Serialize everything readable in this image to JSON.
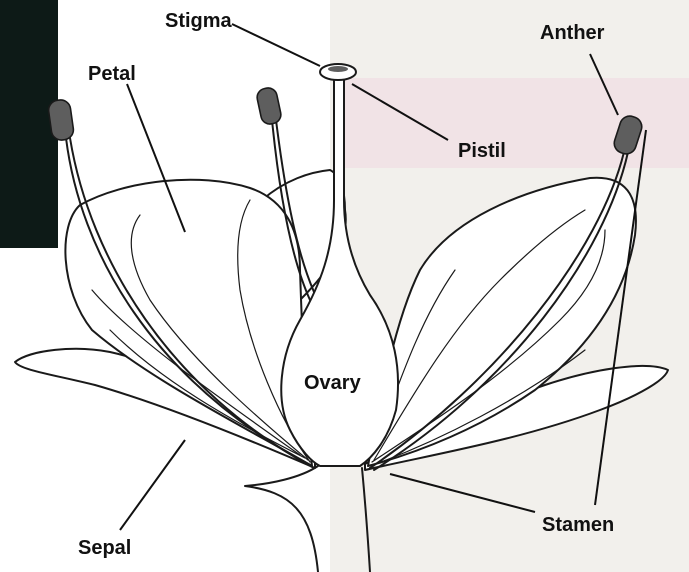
{
  "diagram": {
    "labels": {
      "stigma": "Stigma",
      "petal": "Petal",
      "anther": "Anther",
      "pistil": "Pistil",
      "ovary": "Ovary",
      "stamen": "Stamen",
      "sepal": "Sepal"
    }
  }
}
